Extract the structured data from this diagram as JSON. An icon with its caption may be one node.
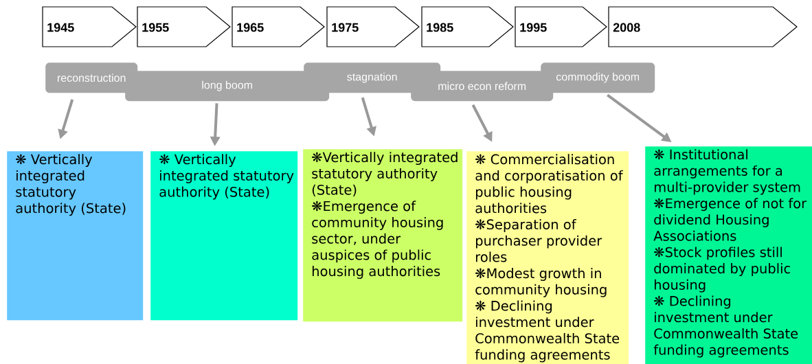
{
  "diagram": {
    "nodes": [
      {
        "text": [
          "1945"
        ]
      },
      {
        "text": [
          "1955"
        ]
      },
      {
        "text": [
          "1965"
        ]
      },
      {
        "text": [
          "1975"
        ]
      },
      {
        "text": [
          "1985"
        ]
      },
      {
        "text": [
          "1995"
        ]
      },
      {
        "text": [
          "2008"
        ]
      },
      {
        "text": [
          "reconstruction"
        ]
      },
      {
        "text": [
          "long boom"
        ]
      },
      {
        "text": [
          "stagnation"
        ]
      },
      {
        "text": [
          "micro econ reform"
        ]
      },
      {
        "text": [
          "commodity boom"
        ]
      },
      {
        "text": [
          "❋ Vertically integrated statutory authority (State)"
        ]
      },
      {
        "text": [
          "❋ Vertically integrated statutory authority (State)"
        ]
      },
      {
        "text": [
          "❋Vertically integrated statutory authority (State)",
          "❋Emergence of community housing sector, under auspices of public housing authorities"
        ]
      },
      {
        "text": [
          "❋ Commercialisation and corporatisation of public housing authorities",
          "❋Separation of purchaser provider roles",
          "❋Modest growth in community housing",
          "❋ Declining investment under Commonwealth State funding agreements"
        ]
      },
      {
        "text": [
          "❋ Institutional arrangements for a multi-provider system",
          "❋Emergence of not for dividend Housing Associations",
          "❋Stock profiles still dominated by public housing",
          "❋ Declining investment under Commonwealth State funding agreements"
        ]
      }
    ],
    "edges": [
      {
        "from": 7,
        "to": 12,
        "arrow": "to"
      },
      {
        "from": 8,
        "to": 13,
        "arrow": "to"
      },
      {
        "from": 9,
        "to": 14,
        "arrow": "to"
      },
      {
        "from": 10,
        "to": 15,
        "arrow": "to"
      },
      {
        "from": 11,
        "to": 16,
        "arrow": "to"
      }
    ]
  }
}
